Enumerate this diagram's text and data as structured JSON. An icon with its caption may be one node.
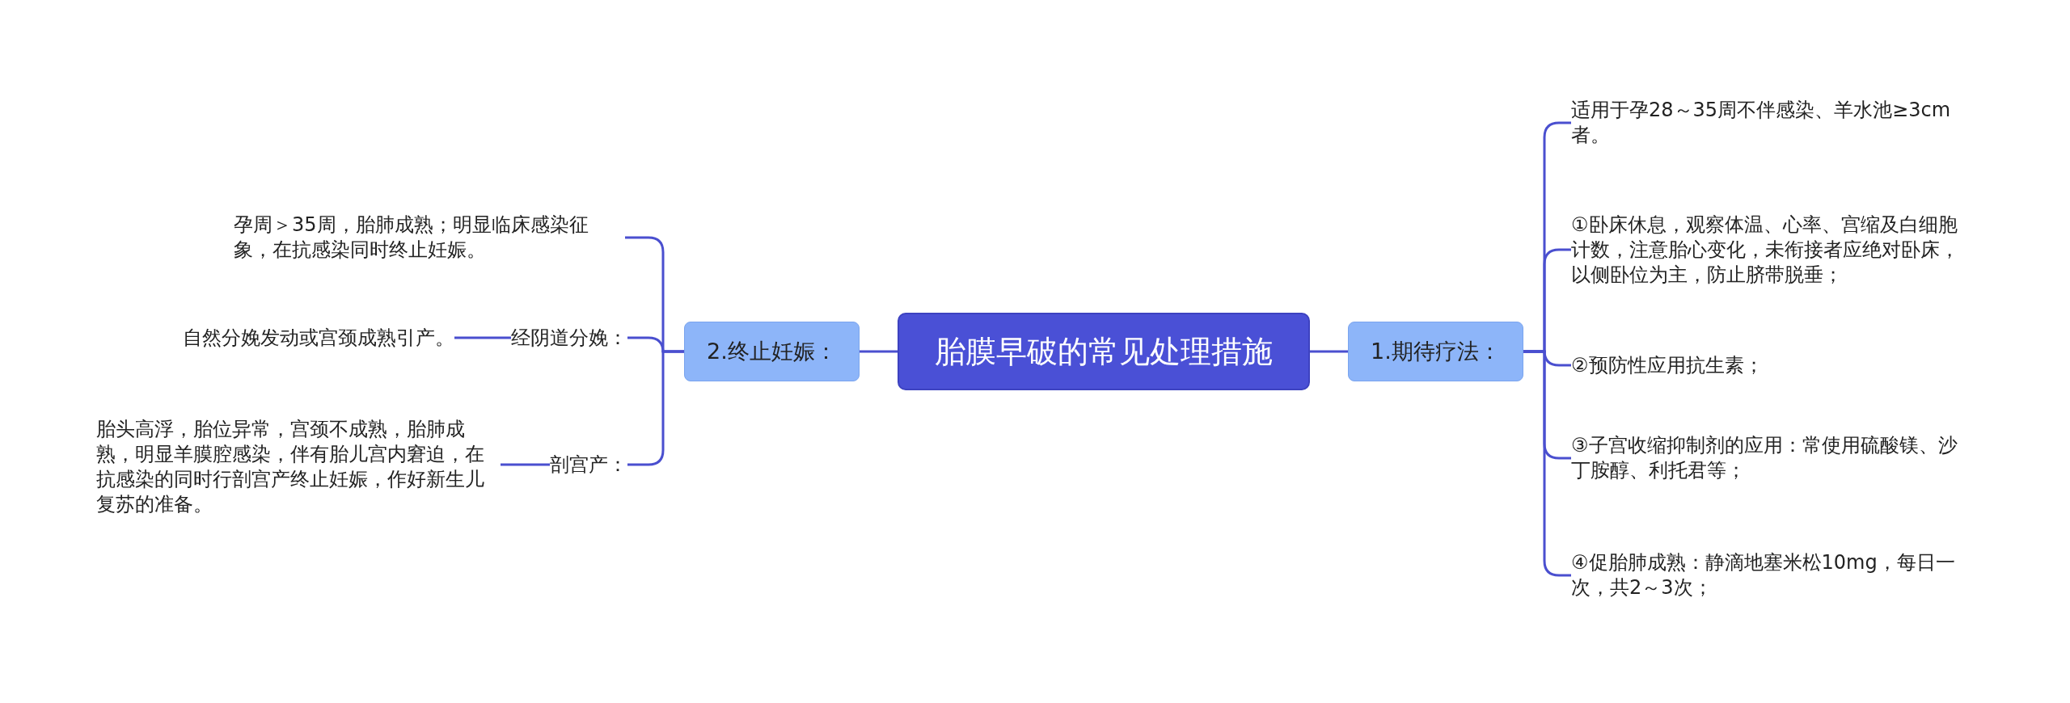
{
  "diagram": {
    "nodes": [
      {
        "text": [
          "胎膜早破的常见处理措施"
        ]
      },
      {
        "text": [
          "1.期待疗法："
        ]
      },
      {
        "text": [
          "适用于孕28～35周不伴感染、羊水池≥3cm者。"
        ]
      },
      {
        "text": [
          "①卧床休息，观察体温、心率、宫缩及白细胞计数，注意胎心变化，未衔接者应绝对卧床，以侧卧位为主，防止脐带脱垂；"
        ]
      },
      {
        "text": [
          "②预防性应用抗生素；"
        ]
      },
      {
        "text": [
          "③子宫收缩抑制剂的应用：常使用硫酸镁、沙丁胺醇、利托君等；"
        ]
      },
      {
        "text": [
          "④促胎肺成熟：静滴地塞米松10mg，每日一次，共2～3次；"
        ]
      },
      {
        "text": [
          "2.终止妊娠："
        ]
      },
      {
        "text": [
          "孕周＞35周，胎肺成熟；明显临床感染征象，在抗感染同时终止妊娠。"
        ]
      },
      {
        "text": [
          "经阴道分娩："
        ]
      },
      {
        "text": [
          "自然分娩发动或宫颈成熟引产。"
        ]
      },
      {
        "text": [
          "剖宫产："
        ]
      },
      {
        "text": [
          "胎头高浮，胎位异常，宫颈不成熟，胎肺成熟，明显羊膜腔感染，伴有胎儿宫内窘迫，在抗感染的同时行剖宫产终止妊娠，作好新生儿复苏的准备。"
        ]
      }
    ],
    "edges": [
      {
        "from": 0,
        "to": 1,
        "arrow": "none"
      },
      {
        "from": 1,
        "to": 2,
        "arrow": "none"
      },
      {
        "from": 1,
        "to": 3,
        "arrow": "none"
      },
      {
        "from": 1,
        "to": 4,
        "arrow": "none"
      },
      {
        "from": 1,
        "to": 5,
        "arrow": "none"
      },
      {
        "from": 1,
        "to": 6,
        "arrow": "none"
      },
      {
        "from": 0,
        "to": 7,
        "arrow": "none"
      },
      {
        "from": 7,
        "to": 8,
        "arrow": "none"
      },
      {
        "from": 7,
        "to": 9,
        "arrow": "none"
      },
      {
        "from": 9,
        "to": 10,
        "arrow": "none"
      },
      {
        "from": 7,
        "to": 11,
        "arrow": "none"
      },
      {
        "from": 11,
        "to": 12,
        "arrow": "none"
      }
    ]
  }
}
